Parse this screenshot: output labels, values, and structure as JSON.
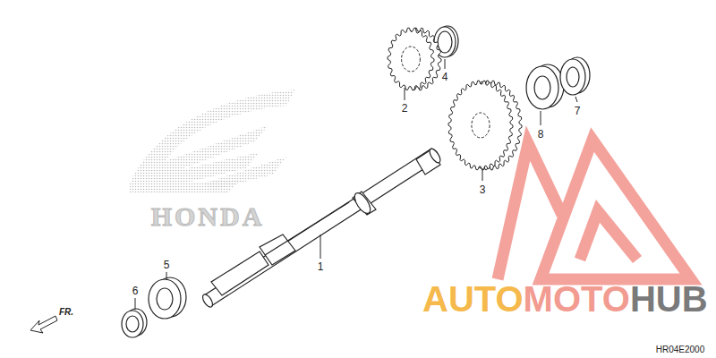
{
  "diagram": {
    "labels": [
      "1",
      "2",
      "3",
      "4",
      "5",
      "6",
      "7",
      "8",
      "FR.",
      "HR04E2000",
      "HONDA",
      "AUTO",
      "MOTO",
      "HUB"
    ]
  }
}
